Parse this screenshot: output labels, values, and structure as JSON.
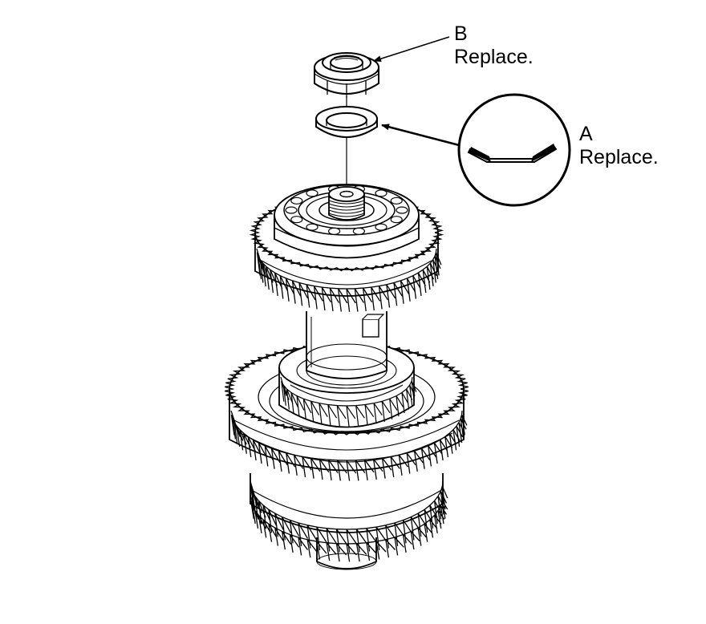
{
  "figure": {
    "callouts": {
      "b": {
        "letter": "B",
        "note": "Replace."
      },
      "a": {
        "letter": "A",
        "note": "Replace."
      }
    },
    "parts": {
      "nut": "locknut-icon",
      "washer": "conical-spring-washer-icon",
      "detail": "washer-cross-section-detail-icon",
      "shaft": "countershaft-gear-assembly-icon"
    },
    "colors": {
      "line": "#000000",
      "fill": "#ffffff"
    }
  }
}
